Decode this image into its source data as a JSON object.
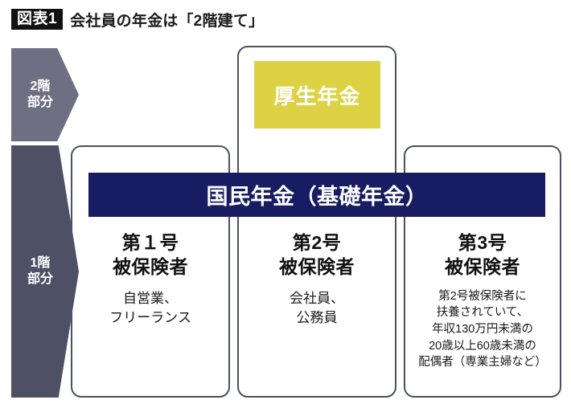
{
  "title": {
    "badge": "図表1",
    "text": "会社員の年金は「2階建て」"
  },
  "tiers": [
    {
      "id": "tier-2",
      "label": "2階\n部分",
      "color": "#6f6f84"
    },
    {
      "id": "tier-1",
      "label": "1階\n部分",
      "color": "#4e5165"
    }
  ],
  "bands": {
    "kosei": {
      "text": "厚生年金",
      "color": "#ddd244",
      "text_color": "#ffffff"
    },
    "kokumin": {
      "text": "国民年金（基礎年金）",
      "color": "#181d63",
      "text_color": "#ffffff"
    }
  },
  "columns": [
    {
      "heading": "第１号\n被保険者",
      "desc": "自営業、\nフリーランス"
    },
    {
      "heading": "第2号\n被保険者",
      "desc": "会社員、\n公務員"
    },
    {
      "heading": "第3号\n被保険者",
      "desc": "第2号被保険者に\n扶養されていて、\n年収130万円未満の\n20歳以上60歳未満の\n配偶者（専業主婦など）"
    }
  ]
}
